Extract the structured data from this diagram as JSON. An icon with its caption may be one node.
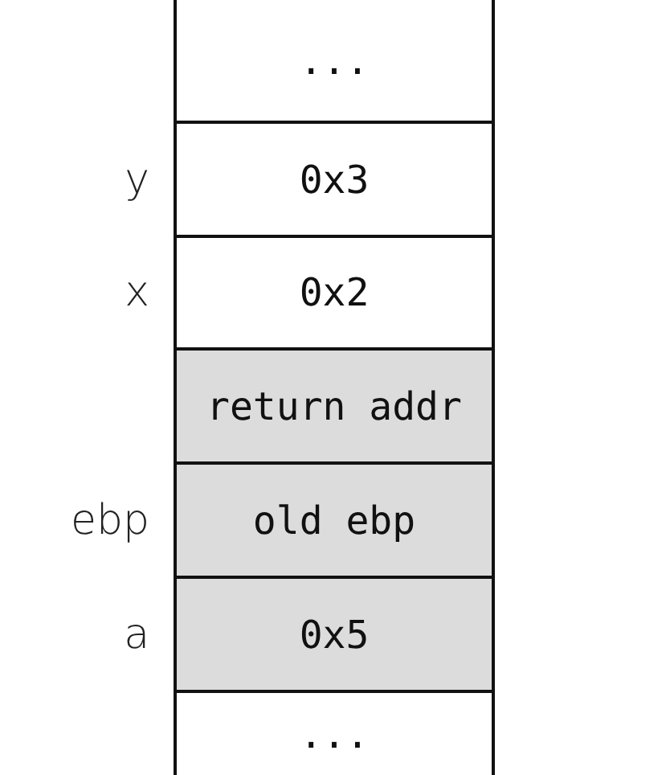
{
  "diagram": {
    "nodes": [
      {
        "text": [
          "..."
        ]
      },
      {
        "text": [
          "0x3"
        ],
        "beside": [
          "y"
        ]
      },
      {
        "text": [
          "0x2"
        ],
        "beside": [
          "x"
        ]
      },
      {
        "text": [
          "return addr"
        ]
      },
      {
        "text": [
          "old ebp"
        ],
        "beside": [
          "ebp"
        ]
      },
      {
        "text": [
          "0x5"
        ],
        "beside": [
          "a"
        ]
      },
      {
        "text": [
          "..."
        ]
      }
    ]
  }
}
